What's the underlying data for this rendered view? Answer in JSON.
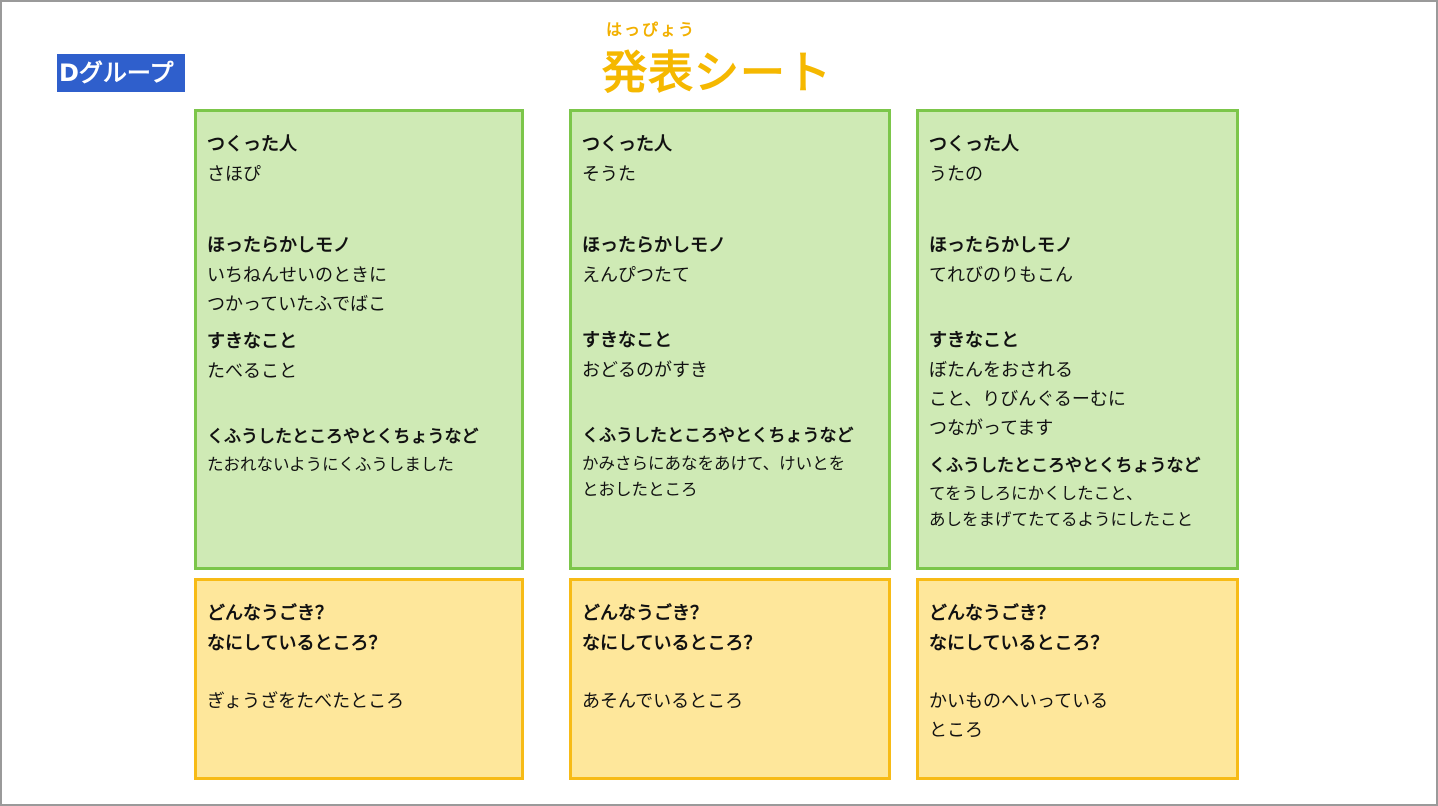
{
  "group_label": "Dグループ",
  "title_ruby": "はっぴょう",
  "title": "発表シート",
  "labels": {
    "maker": "つくった人",
    "thing": "ほったらかしモノ",
    "likes": "すきなこと",
    "features": "くふうしたところやとくちょうなど",
    "motion_q1": "どんなうごき？",
    "motion_q2": "なにしているところ？"
  },
  "cards": [
    {
      "maker": "さほぴ",
      "thing": [
        "いちねんせいのときに",
        "つかっていたふでばこ"
      ],
      "likes": [
        "たべること"
      ],
      "features": [
        "たおれないようにくふうしました"
      ],
      "motion": [
        "ぎょうざをたべたところ"
      ]
    },
    {
      "maker": "そうた",
      "thing": [
        "えんぴつたて"
      ],
      "likes": [
        "おどるのがすき"
      ],
      "features": [
        "かみさらにあなをあけて、けいとを",
        "とおしたところ"
      ],
      "motion": [
        "あそんでいるところ"
      ]
    },
    {
      "maker": "うたの",
      "thing": [
        "てれびのりもこん"
      ],
      "likes": [
        "ぼたんをおされる",
        "こと、りびんぐるーむに",
        "つながってます"
      ],
      "features": [
        "てをうしろにかくしたこと、",
        "あしをまげてたてるようにしたこと"
      ],
      "motion": [
        "かいものへいっている",
        "ところ"
      ]
    }
  ]
}
